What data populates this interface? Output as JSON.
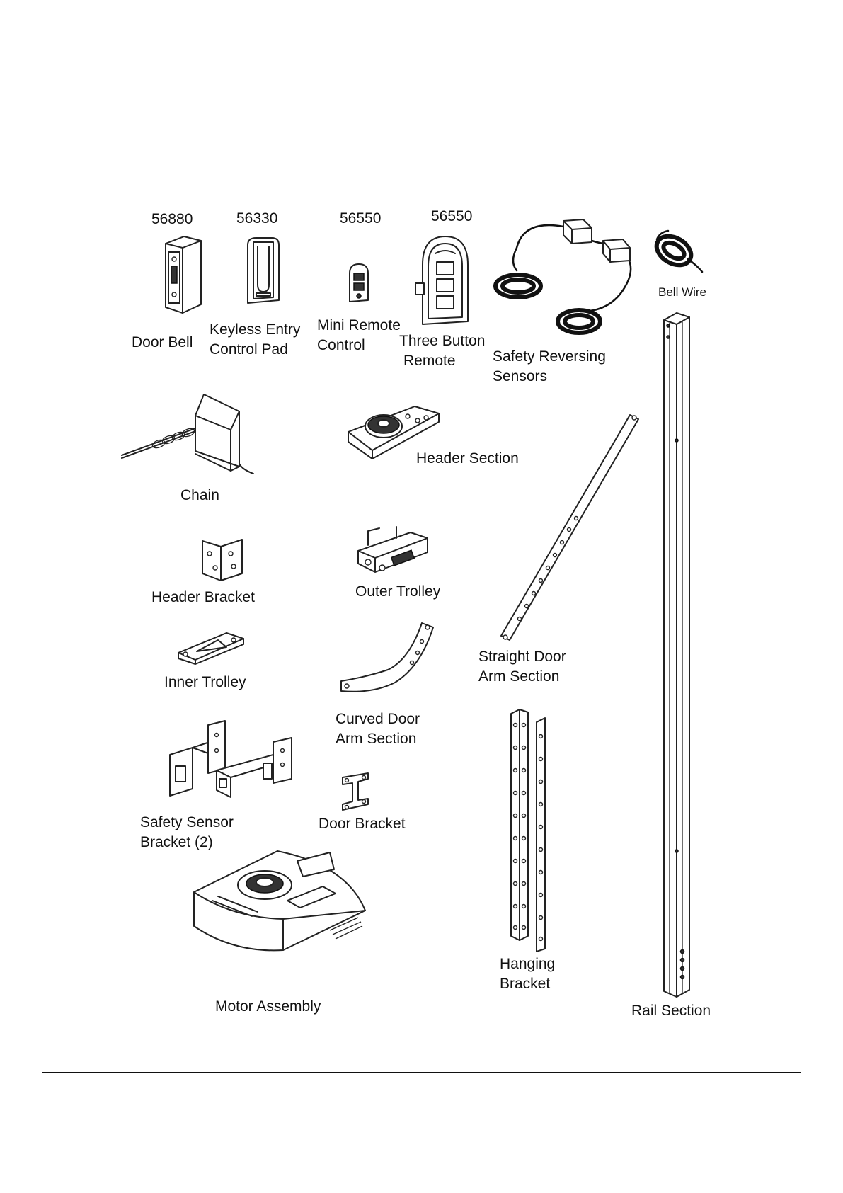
{
  "part_numbers": {
    "door_bell": "56880",
    "keypad": "56330",
    "mini_remote": "56550",
    "three_button": "56550"
  },
  "labels": {
    "door_bell": "Door Bell",
    "keypad_l1": "Keyless Entry",
    "keypad_l2": "Control Pad",
    "mini_remote_l1": "Mini Remote",
    "mini_remote_l2": "Control",
    "three_button_l1": "Three Button",
    "three_button_l2": "Remote",
    "sensors_l1": "Safety Reversing",
    "sensors_l2": "Sensors",
    "bell_wire": "Bell Wire",
    "chain": "Chain",
    "header_section": "Header Section",
    "header_bracket": "Header Bracket",
    "outer_trolley": "Outer Trolley",
    "inner_trolley": "Inner Trolley",
    "straight_arm_l1": "Straight Door",
    "straight_arm_l2": "Arm Section",
    "curved_arm_l1": "Curved Door",
    "curved_arm_l2": "Arm Section",
    "sensor_bracket_l1": "Safety Sensor",
    "sensor_bracket_l2": "Bracket (2)",
    "door_bracket": "Door Bracket",
    "motor": "Motor Assembly",
    "hanging_l1": "Hanging",
    "hanging_l2": "Bracket",
    "rail": "Rail Section"
  },
  "colors": {
    "line": "#222222",
    "background": "#ffffff"
  }
}
